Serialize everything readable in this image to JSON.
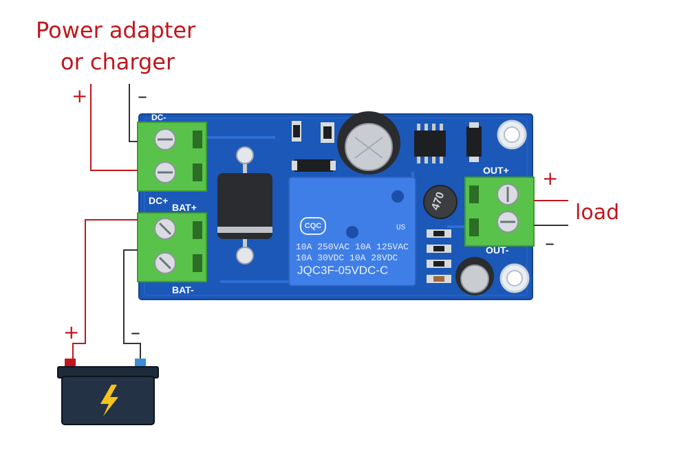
{
  "labels": {
    "power_line1": "Power adapter",
    "power_line2": "or charger",
    "load": "load",
    "plus": "+",
    "minus": "–"
  },
  "silkscreen": {
    "dc_top": "DC-",
    "dc_plus": "DC+",
    "bat_plus": "BAT+",
    "bat_minus": "BAT-",
    "out_plus": "OUT+",
    "out_minus": "OUT-"
  },
  "relay": {
    "brand": "CQC",
    "rating1": "10A 250VAC  10A 125VAC",
    "rating2": "10A  30VDC  10A  28VDC",
    "model": "JQC3F-05VDC-C",
    "mark": "US"
  },
  "inductor_label": "470",
  "colors": {
    "pcb": "#1b58b8",
    "terminal": "#59c24a",
    "wire_red": "#c0161c",
    "wire_dark": "#333333",
    "relay": "#3f7ee6"
  },
  "icons": [
    "lightning-icon",
    "battery-icon"
  ]
}
